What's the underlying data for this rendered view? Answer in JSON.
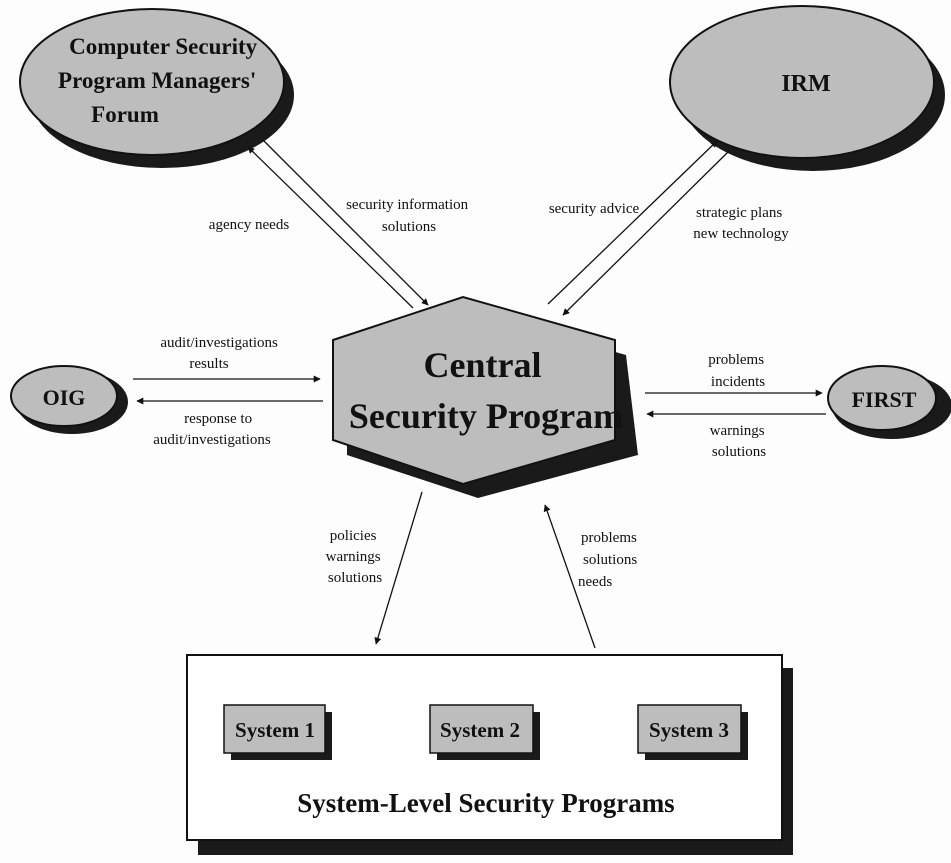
{
  "nodes": {
    "forum": {
      "lines": [
        "Computer Security",
        "Program Managers'",
        "Forum"
      ]
    },
    "irm": {
      "label": "IRM"
    },
    "central": {
      "lines": [
        "Central",
        "Security Program"
      ]
    },
    "oig": {
      "label": "OIG"
    },
    "first": {
      "label": "FIRST"
    },
    "systems_box": {
      "title": "System-Level Security Programs",
      "systems": [
        "System 1",
        "System 2",
        "System 3"
      ]
    }
  },
  "edge_labels": {
    "forum_down": [
      "agency needs"
    ],
    "forum_up": [
      "security information",
      "solutions"
    ],
    "irm_up": [
      "security advice"
    ],
    "irm_down": [
      "strategic plans",
      "new technology"
    ],
    "oig_to_central": [
      "audit/investigations",
      "results"
    ],
    "central_to_oig": [
      "response to",
      "audit/investigations"
    ],
    "central_to_first": [
      "problems",
      "incidents"
    ],
    "first_to_central": [
      "warnings",
      "solutions"
    ],
    "central_to_systems": [
      "policies",
      "warnings",
      "solutions"
    ],
    "systems_to_central": [
      "problems",
      "solutions",
      "needs"
    ]
  },
  "colors": {
    "node_fill": "#bdbdbd",
    "shadow": "#1a1a1a",
    "ink": "#111111",
    "box_fill": "#ffffff"
  }
}
